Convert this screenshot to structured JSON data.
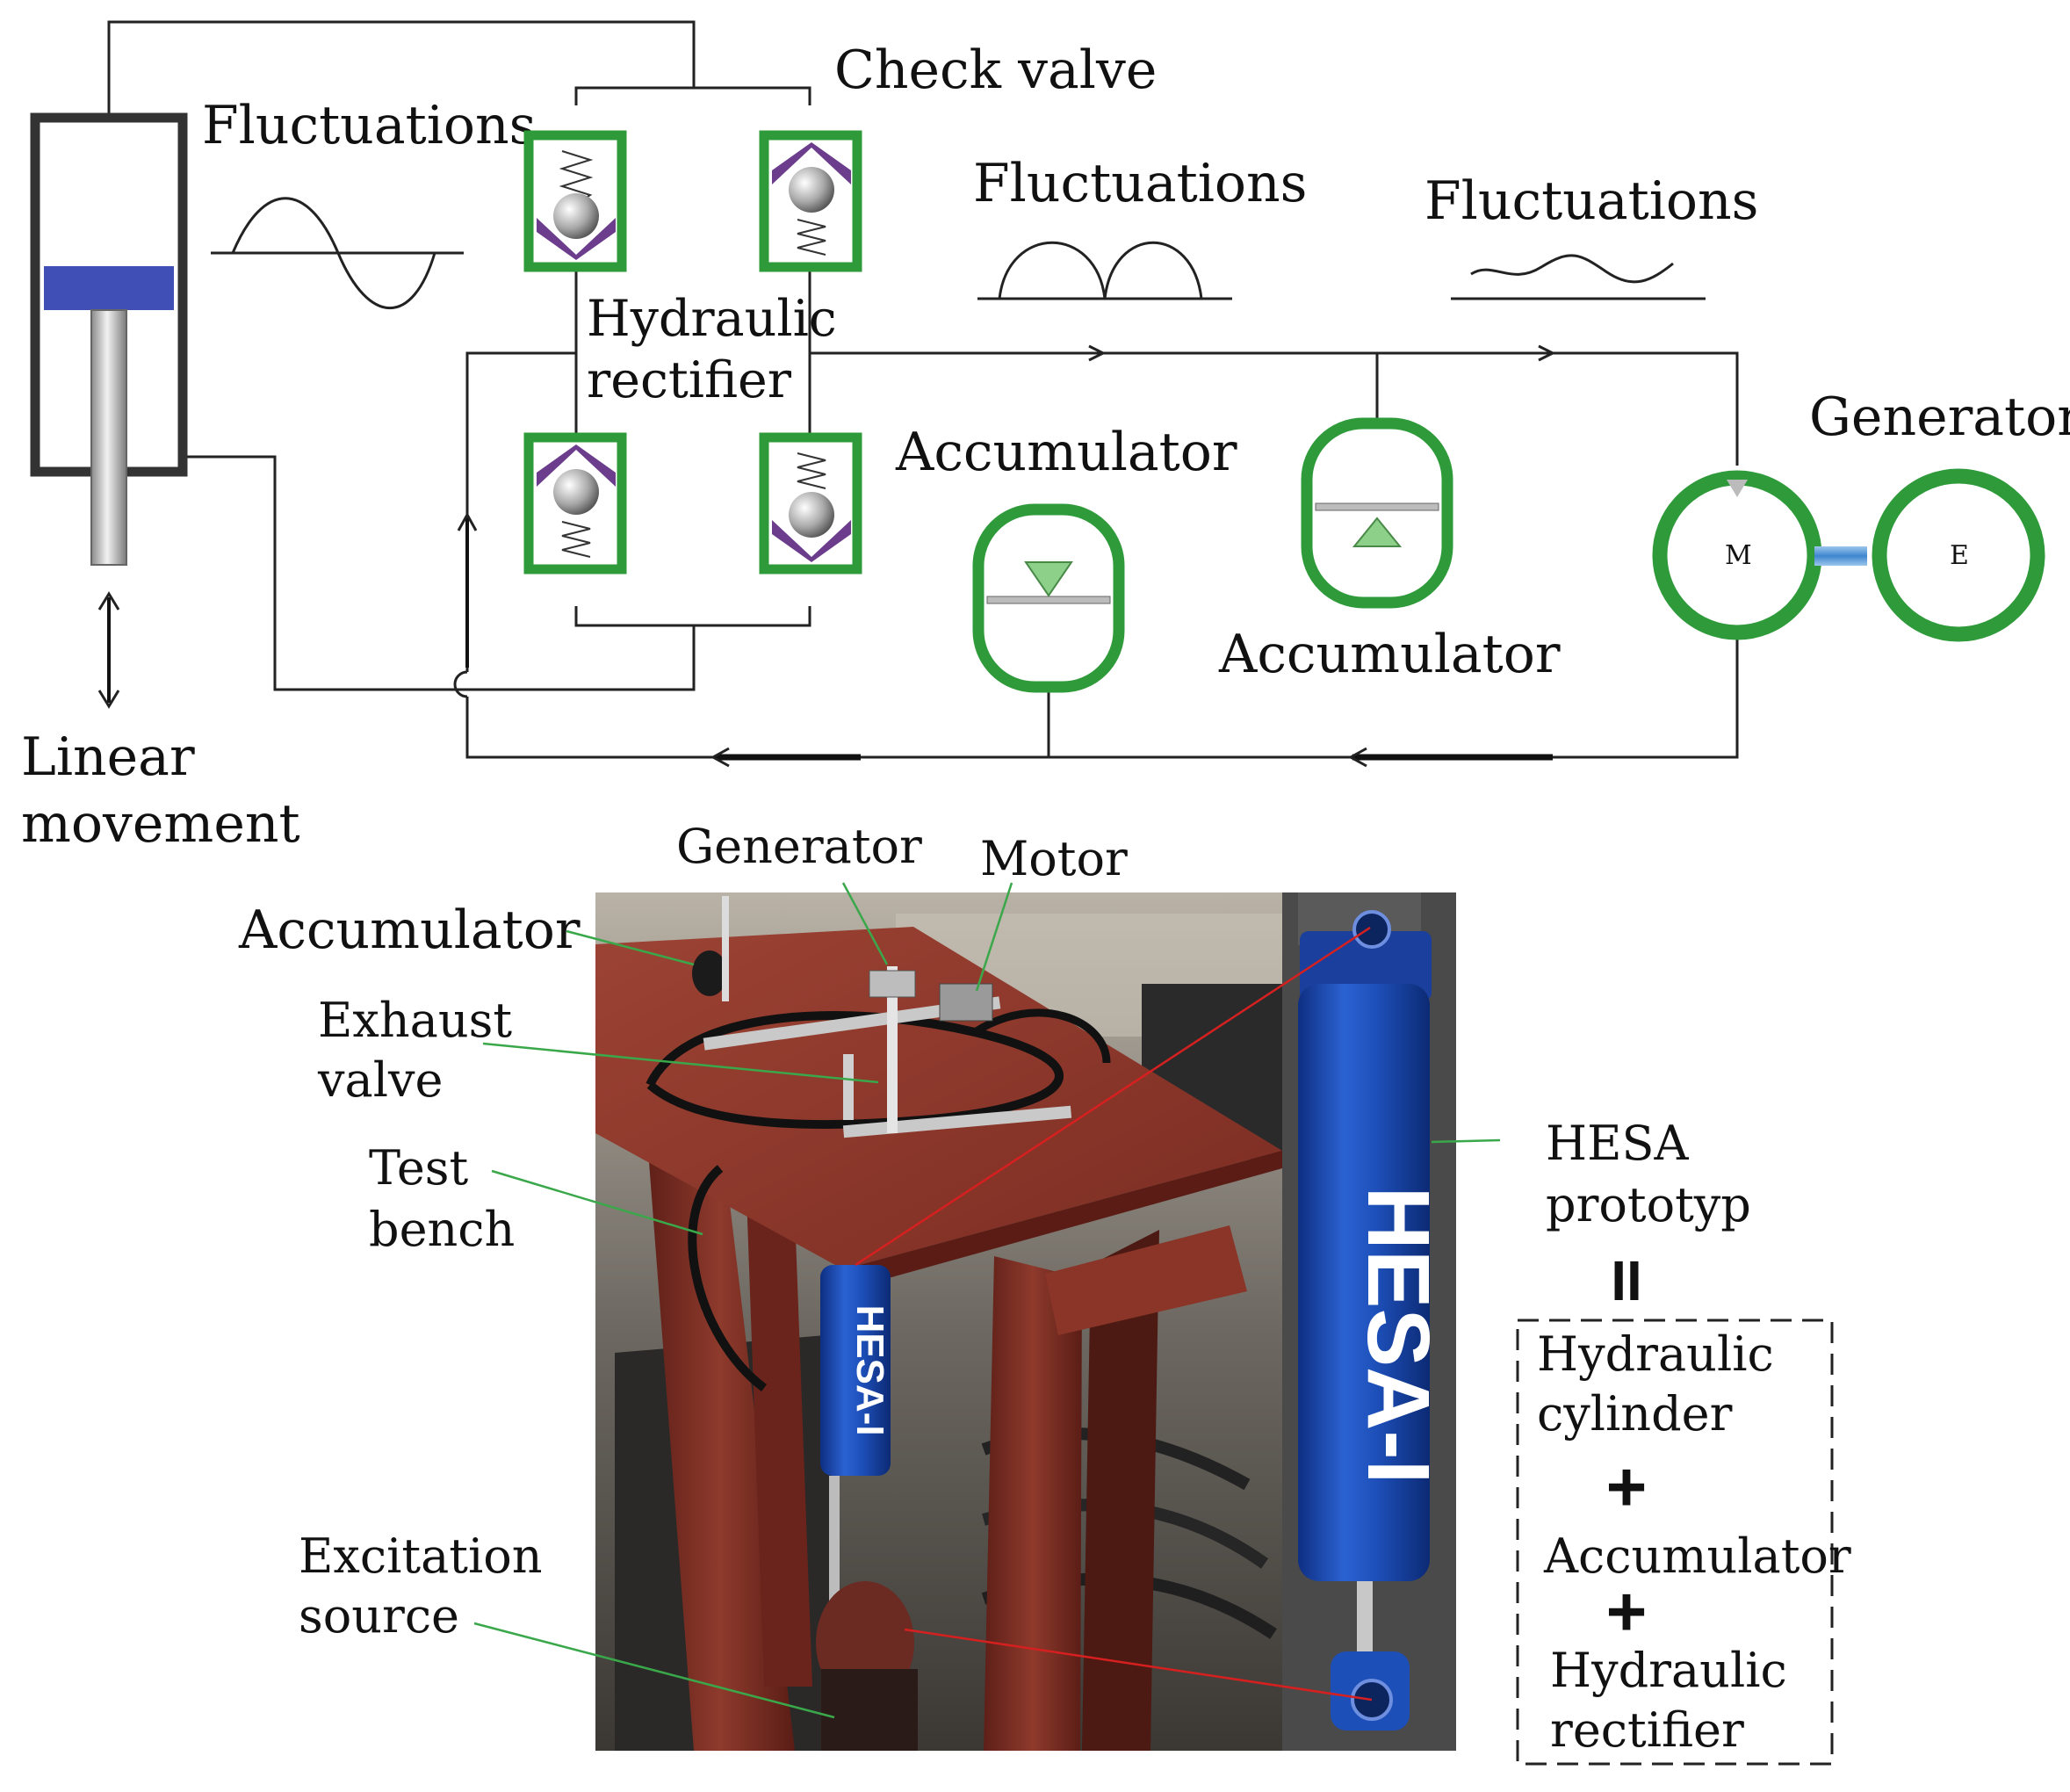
{
  "schematic": {
    "check_valve_label": "Check valve",
    "fluctuations_input_label": "Fluctuations",
    "fluctuations_rectified_label": "Fluctuations",
    "fluctuations_smoothed_label": "Fluctuations",
    "rectifier_label_line1": "Hydraulic",
    "rectifier_label_line2": "rectifier",
    "accumulator_left_label": "Accumulator",
    "accumulator_right_label": "Accumulator",
    "generator_label": "Generator",
    "motor_letter": "M",
    "electric_letter": "E",
    "linear_movement_line1": "Linear",
    "linear_movement_line2": "movement"
  },
  "photo": {
    "labels": {
      "accumulator": "Accumulator",
      "generator": "Generator",
      "motor": "Motor",
      "exhaust_valve_line1": "Exhaust",
      "exhaust_valve_line2": "valve",
      "test_bench_line1": "Test",
      "test_bench_line2": "bench",
      "excitation_source_line1": "Excitation",
      "excitation_source_line2": "source",
      "hesa_prototype_line1": "HESA",
      "hesa_prototype_line2": "prototyp"
    },
    "cylinder_text_large": "HESA-I",
    "cylinder_text_small": "HESA-I"
  },
  "composition": {
    "equals_sign": "II",
    "item1_line1": "Hydraulic",
    "item1_line2": "cylinder",
    "plus1": "+",
    "item2": "Accumulator",
    "plus2": "+",
    "item3_line1": "Hydraulic",
    "item3_line2": "rectifier"
  },
  "colors": {
    "valve_green": "#2f9a3a",
    "valve_purple": "#6b3d8c",
    "piston_blue": "#3f4fb5",
    "cylinder_blue": "#1f4fb8",
    "bench_red": "#8a2f24",
    "leader_green": "#3aa84a",
    "leader_red": "#d62020"
  }
}
